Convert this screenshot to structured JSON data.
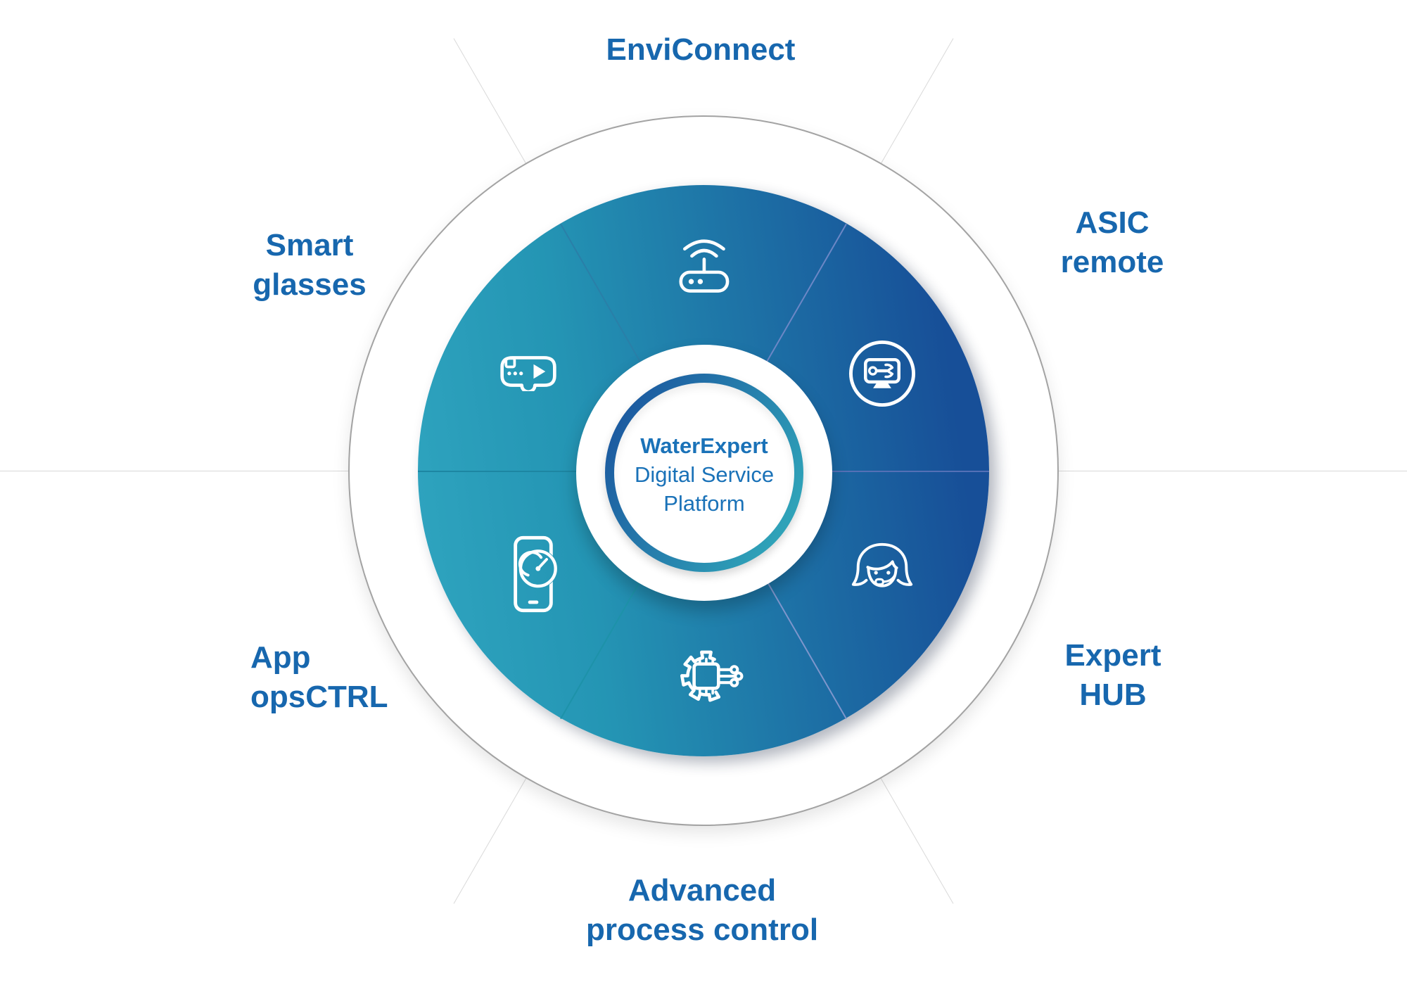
{
  "title": "WaterExpert Digital Service Platform diagram",
  "center": {
    "line1": "WaterExpert",
    "line2": "Digital Service",
    "line3": "Platform"
  },
  "segments": [
    {
      "id": "enviconnect",
      "label_lines": [
        "EnviConnect"
      ],
      "icon": "wifi-router-icon",
      "position": "top"
    },
    {
      "id": "asic-remote",
      "label_lines": [
        "ASIC",
        "remote"
      ],
      "icon": "monitor-wrench-icon",
      "position": "top-right"
    },
    {
      "id": "expert-hub",
      "label_lines": [
        "Expert",
        "HUB"
      ],
      "icon": "support-agent-icon",
      "position": "bottom-right"
    },
    {
      "id": "advanced-process-control",
      "label_lines": [
        "Advanced",
        "process control"
      ],
      "icon": "chip-gear-icon",
      "position": "bottom"
    },
    {
      "id": "app-opsctrl",
      "label_lines": [
        "App",
        "opsCTRL"
      ],
      "icon": "phone-gauge-icon",
      "position": "bottom-left"
    },
    {
      "id": "smart-glasses",
      "label_lines": [
        "Smart",
        "glasses"
      ],
      "icon": "smart-glasses-icon",
      "position": "top-left"
    }
  ],
  "theme": {
    "label-color": "#1767AE",
    "center-text-color": "#1A72B8",
    "wheel-teal": "#30A6C0",
    "wheel-mid": "#2495B4",
    "wheel-navy": "#174F98",
    "ring-navy": "#1C5AA0",
    "ring-teal": "#2FA2B8",
    "outer-border": "#A3A3A3",
    "ray-gray": "#D9D9D9",
    "divider-right": "#5470B6",
    "divider-upright": "#6C87C6",
    "divider-upleft": "#2A7FA8",
    "divider-left": "#1D86A2",
    "divider-downleft": "#1D92A9",
    "divider-downright": "#7E96CC",
    "icon-stroke": "#FFFFFF"
  }
}
